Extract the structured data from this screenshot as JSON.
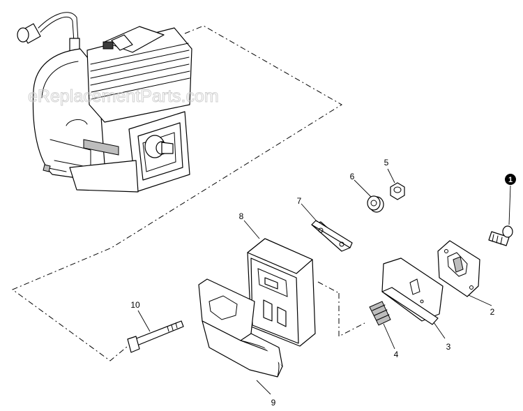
{
  "watermark": "eReplacementParts.com",
  "callouts": {
    "badge": "1",
    "p2": "2",
    "p3": "3",
    "p4": "4",
    "p5": "5",
    "p6": "6",
    "p7": "7",
    "p8": "8",
    "p9": "9",
    "p10": "10"
  }
}
